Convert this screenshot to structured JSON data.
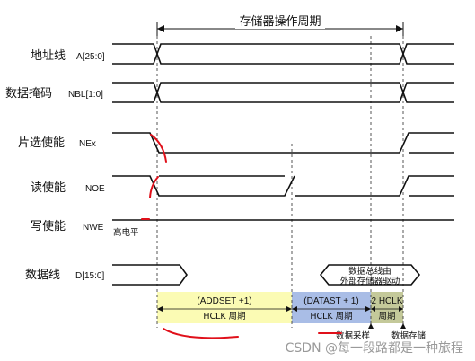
{
  "top_label": "存储器操作周期",
  "signals": [
    {
      "name_zh": "地址线",
      "name_en": "A[25:0]"
    },
    {
      "name_zh": "数据掩码",
      "name_en": "NBL[1:0]"
    },
    {
      "name_zh": "片选使能",
      "name_en": "NEx"
    },
    {
      "name_zh": "读使能",
      "name_en": "NOE"
    },
    {
      "name_zh": "写使能",
      "name_en": "NWE"
    },
    {
      "name_zh": "数据线",
      "name_en": "D[15:0]"
    }
  ],
  "nwe_note": "高电平",
  "data_bus_note": [
    "数据总线由",
    "外部存储器驱动"
  ],
  "phases": [
    {
      "line1": "(ADDSET +1)",
      "line2": "HCLK 周期",
      "color": "#fbfbb4"
    },
    {
      "line1": "(DATAST + 1)",
      "line2": "HCLK 周期",
      "color": "#a9bde6"
    },
    {
      "line1": "2 HCLK",
      "line2": "周期",
      "color": "#c4c99a"
    }
  ],
  "bottom_labels": {
    "sample": "数据采样",
    "store": "数据存储"
  },
  "watermark": "CSDN @每一段路都是一种旅程"
}
